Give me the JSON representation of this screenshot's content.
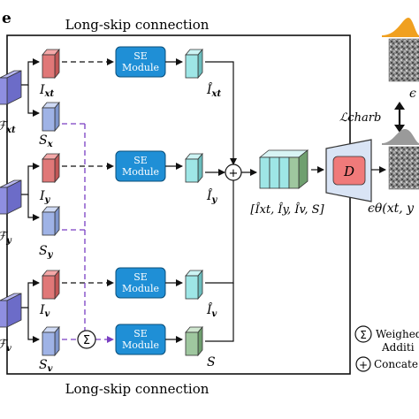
{
  "panel_label": "e",
  "top_caption": "Long-skip connection",
  "bottom_caption": "Long-skip connection",
  "se_module": {
    "line1": "SE",
    "line2": "Module"
  },
  "branches": [
    {
      "input": "ℱ",
      "input_sub": "xt",
      "I": "I",
      "I_sub": "xt",
      "S": "S",
      "S_sub": "x",
      "hat": "Î",
      "hat_sub": "xt"
    },
    {
      "input": "ℱ",
      "input_sub": "y",
      "I": "I",
      "I_sub": "y",
      "S": "S",
      "S_sub": "y",
      "hat": "Î",
      "hat_sub": "y"
    },
    {
      "input": "ℱ",
      "input_sub": "v",
      "I": "I",
      "I_sub": "v",
      "S": "S",
      "S_sub": "v",
      "hat": "Î",
      "hat_sub": "v",
      "s_out": "S"
    }
  ],
  "concat_label": "[Îxt, Îy, Îv, S]",
  "decoder_label": "D",
  "loss_label": "ℒcharb",
  "epsilon_top": "ϵ",
  "epsilon_bottom": "ϵθ(xt, y",
  "legend": {
    "weighted": "Weighed",
    "weighted_cont": "Additi",
    "concat": "Concate"
  },
  "colors": {
    "input_cube": "#8f8fe0",
    "I_cube": "#e07878",
    "S_cube": "#9fb3e6",
    "se_box": "#1f8fd6",
    "hat_cube": "#9ee6e6",
    "s_out_cube": "#9fc79f",
    "dashed_purple": "#7a3fc2",
    "decoder_fill": "#f07a7a"
  }
}
